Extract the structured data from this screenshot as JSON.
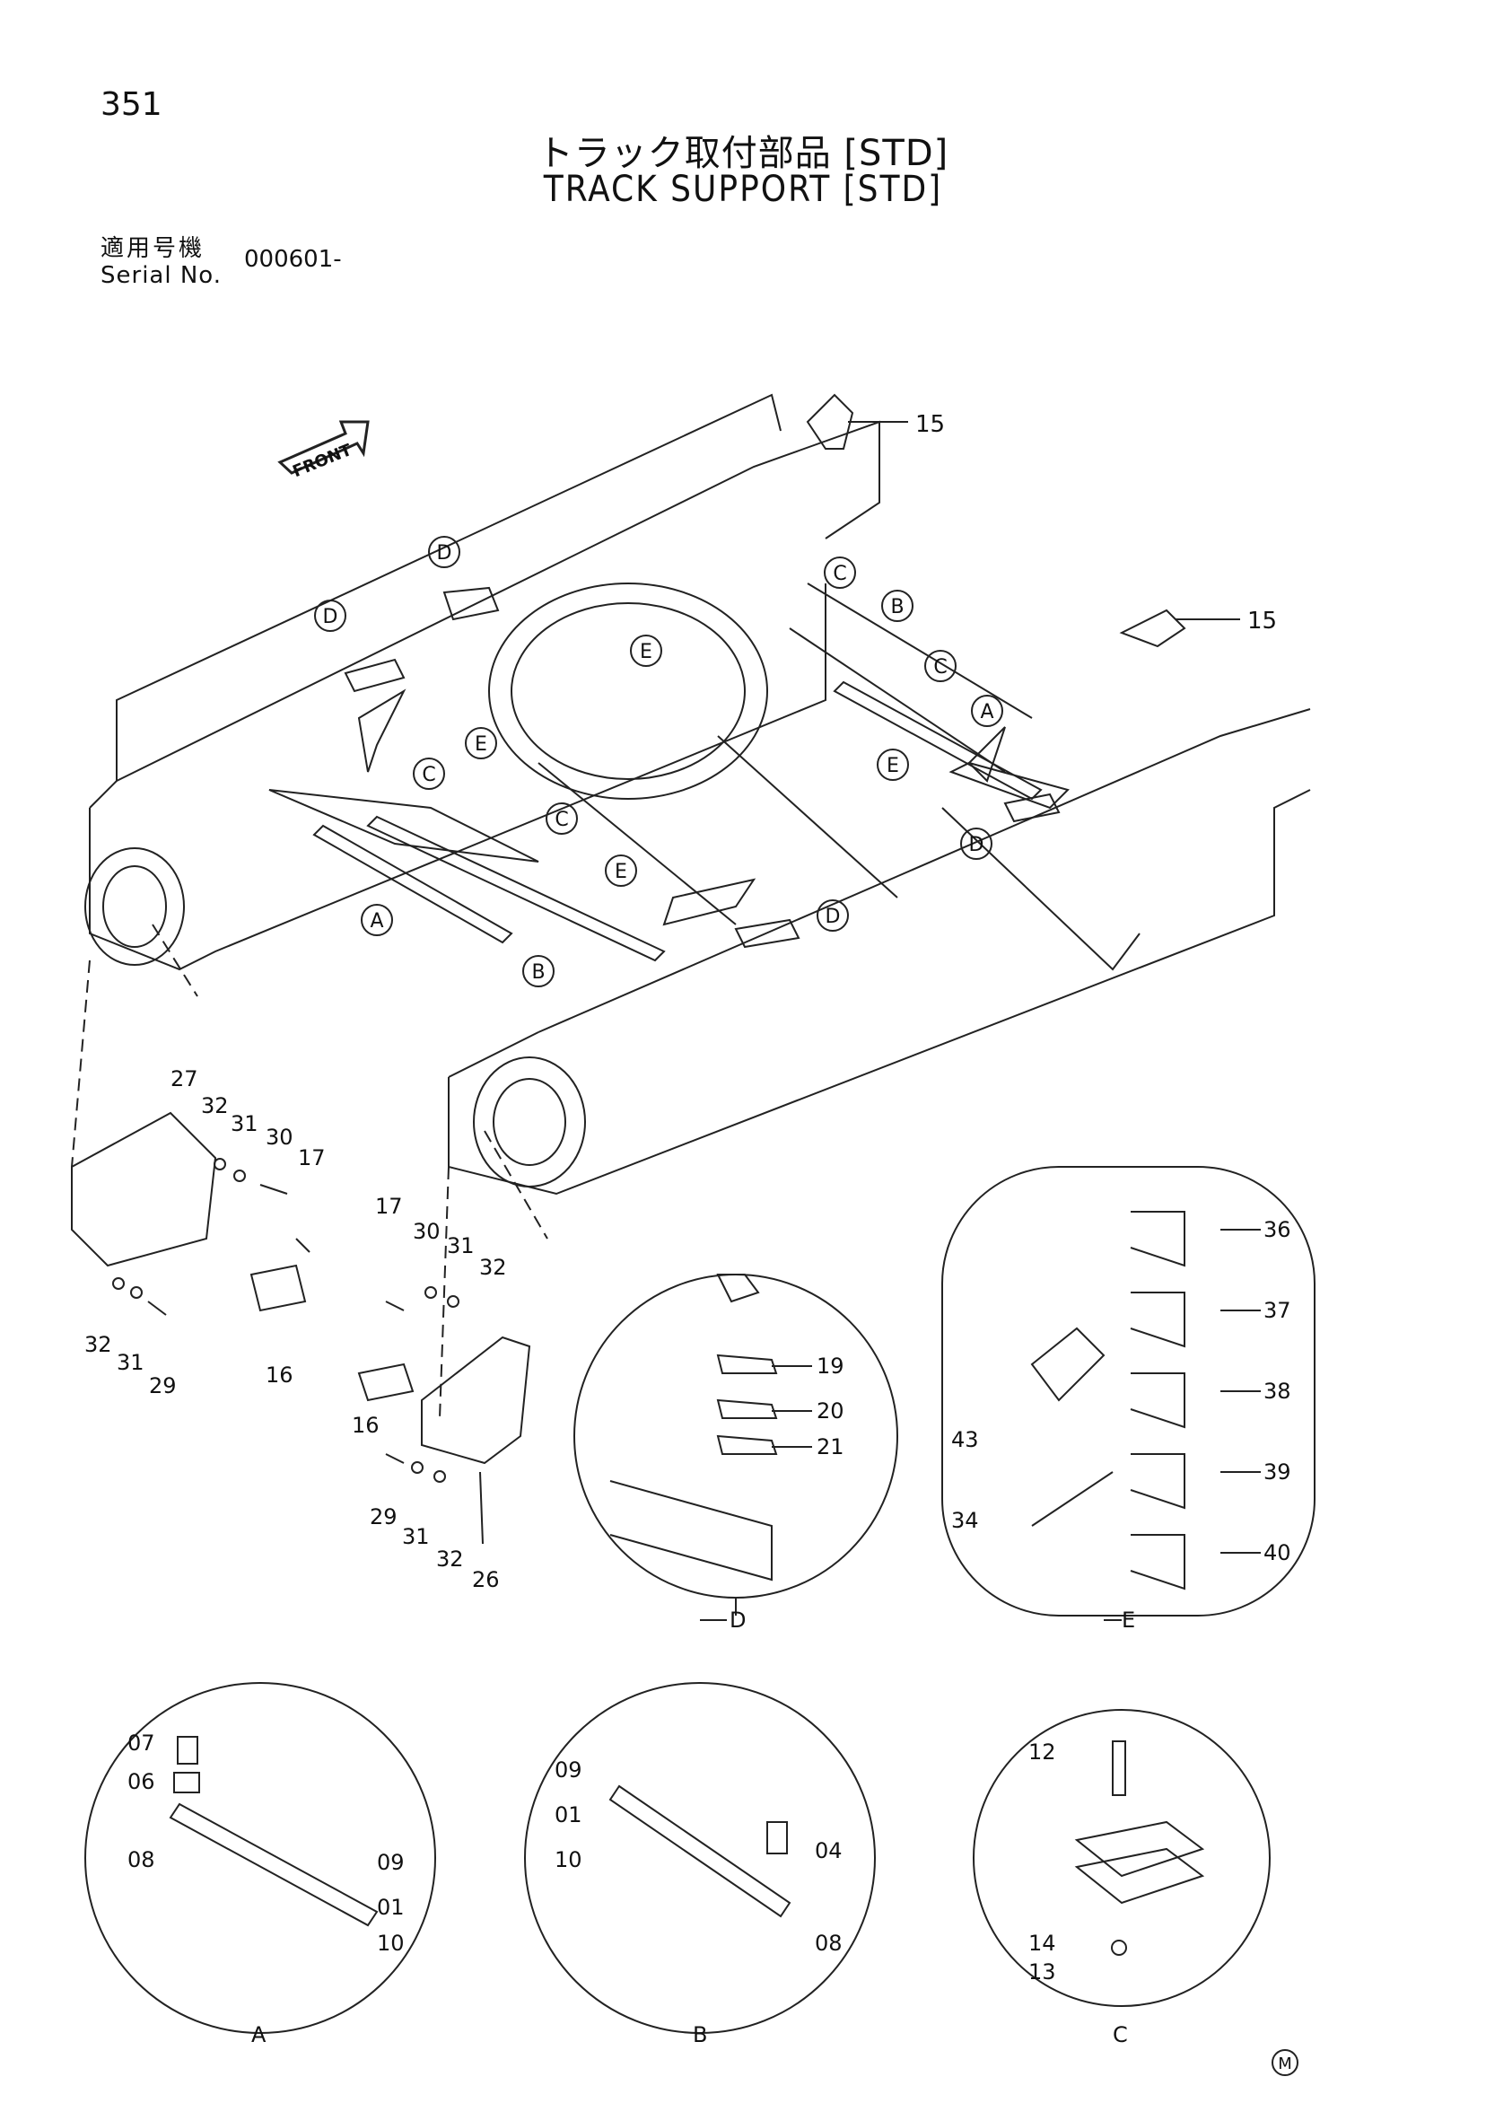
{
  "page_number": "351",
  "title_jp": "トラック取付部品 [STD]",
  "title_en": "TRACK SUPPORT [STD]",
  "serial": {
    "label_jp": "適用号機",
    "label_en": "Serial No.",
    "value": "000601-"
  },
  "front_label": "FRONT",
  "callouts_main": [
    {
      "id": "15a",
      "text": "15"
    },
    {
      "id": "15b",
      "text": "15"
    }
  ],
  "letter_markers": [
    "A",
    "B",
    "C",
    "D",
    "E"
  ],
  "parts_left_bracket": [
    "27",
    "32",
    "31",
    "30",
    "17",
    "16",
    "32",
    "31",
    "29"
  ],
  "parts_right_bracket": [
    "17",
    "30",
    "31",
    "32",
    "16",
    "29",
    "31",
    "32",
    "26"
  ],
  "detail_D": {
    "label": "D",
    "parts": [
      "19",
      "20",
      "21"
    ]
  },
  "detail_E": {
    "label": "E",
    "parts": [
      "36",
      "37",
      "38",
      "39",
      "40",
      "43",
      "34"
    ]
  },
  "detail_A": {
    "label": "A",
    "parts": [
      "07",
      "06",
      "08",
      "09",
      "01",
      "10"
    ]
  },
  "detail_B": {
    "label": "B",
    "parts": [
      "09",
      "01",
      "10",
      "04",
      "08"
    ]
  },
  "detail_C": {
    "label": "C",
    "parts": [
      "12",
      "14",
      "13"
    ]
  },
  "footer_mark": "M"
}
